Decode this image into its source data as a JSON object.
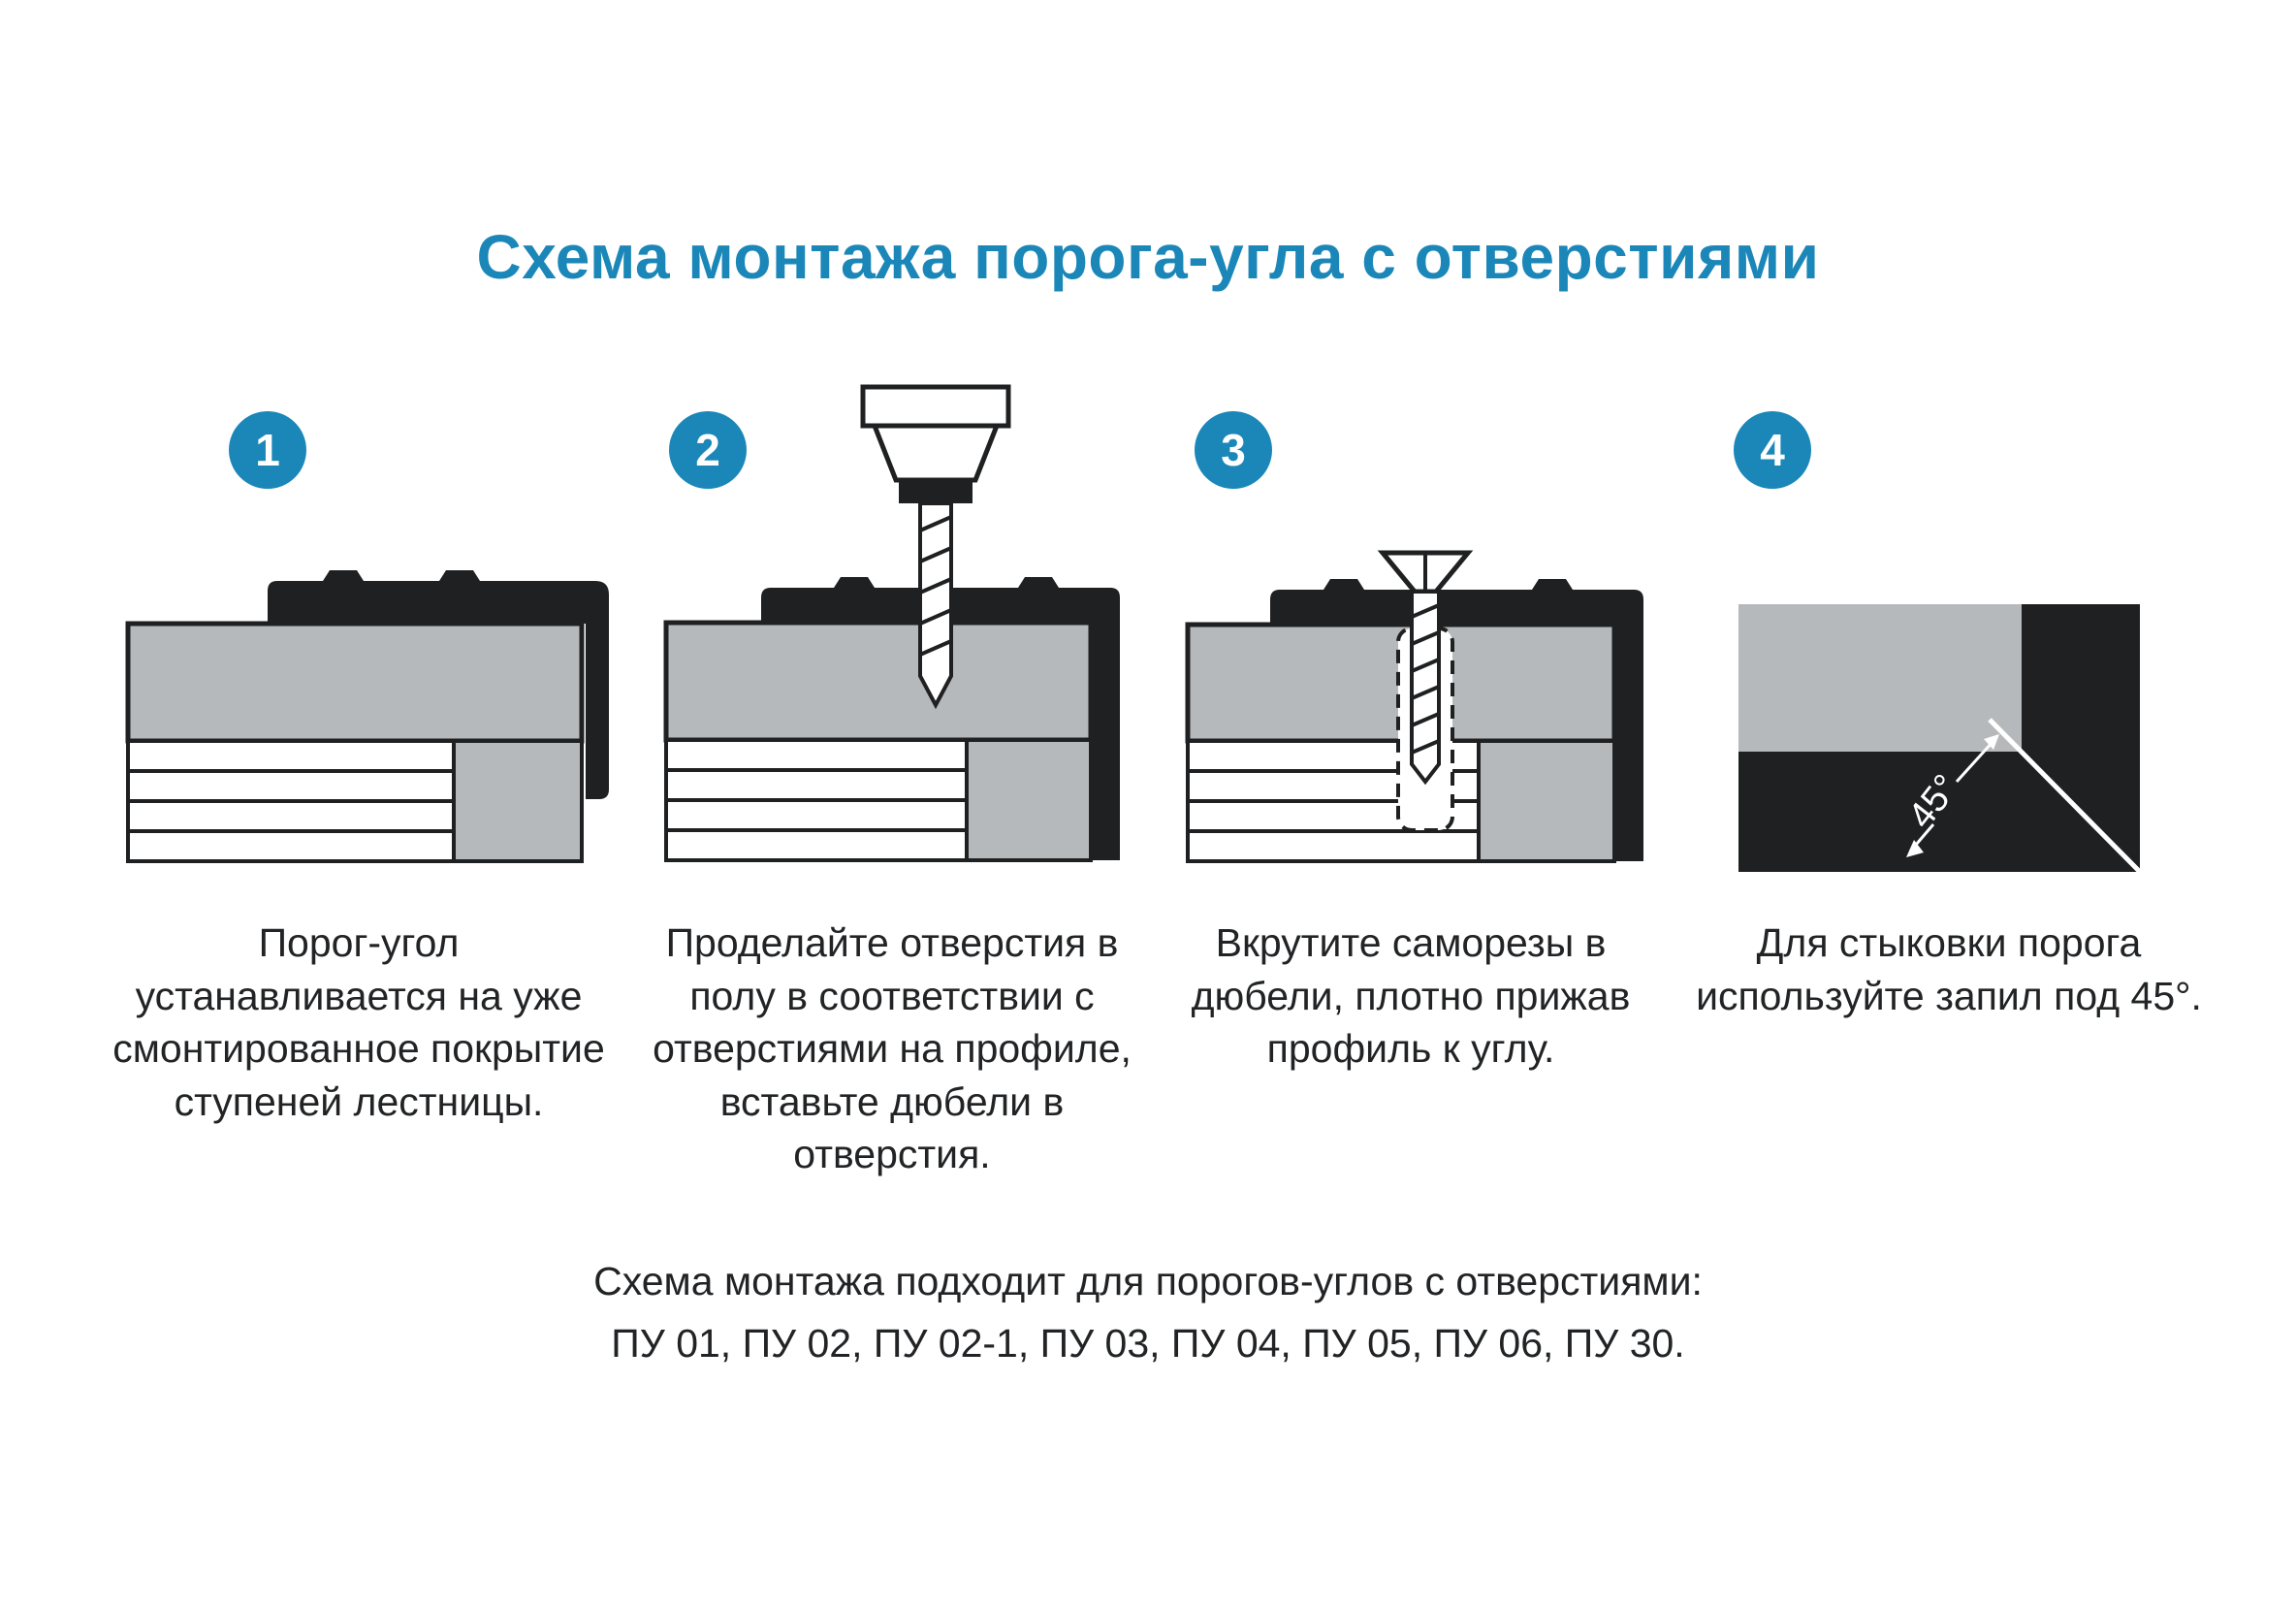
{
  "title": "Схема монтажа порога-угла с отверстиями",
  "steps": [
    {
      "number": "1",
      "caption": "Порог-угол устанавливается на уже смонтированное покрытие ступеней лестницы."
    },
    {
      "number": "2",
      "caption": "Проделайте отверстия в полу в соответствии с отверстиями на профиле, вставьте дюбели в отверстия."
    },
    {
      "number": "3",
      "caption": "Вкрутите саморезы в дюбели, плотно прижав профиль к углу."
    },
    {
      "number": "4",
      "caption": "Для стыковки порога используйте запил под 45°."
    }
  ],
  "illustrations": {
    "miter_angle_label": "45°"
  },
  "footer": {
    "line1": "Схема монтажа подходит для порогов-углов с отверстиями:",
    "line2": "ПУ 01, ПУ 02, ПУ 02-1, ПУ 03, ПУ 04, ПУ 05, ПУ 06, ПУ 30."
  },
  "colors": {
    "accent": "#1b87b8",
    "dark": "#1f2021",
    "gray": "#b6b9bb"
  }
}
